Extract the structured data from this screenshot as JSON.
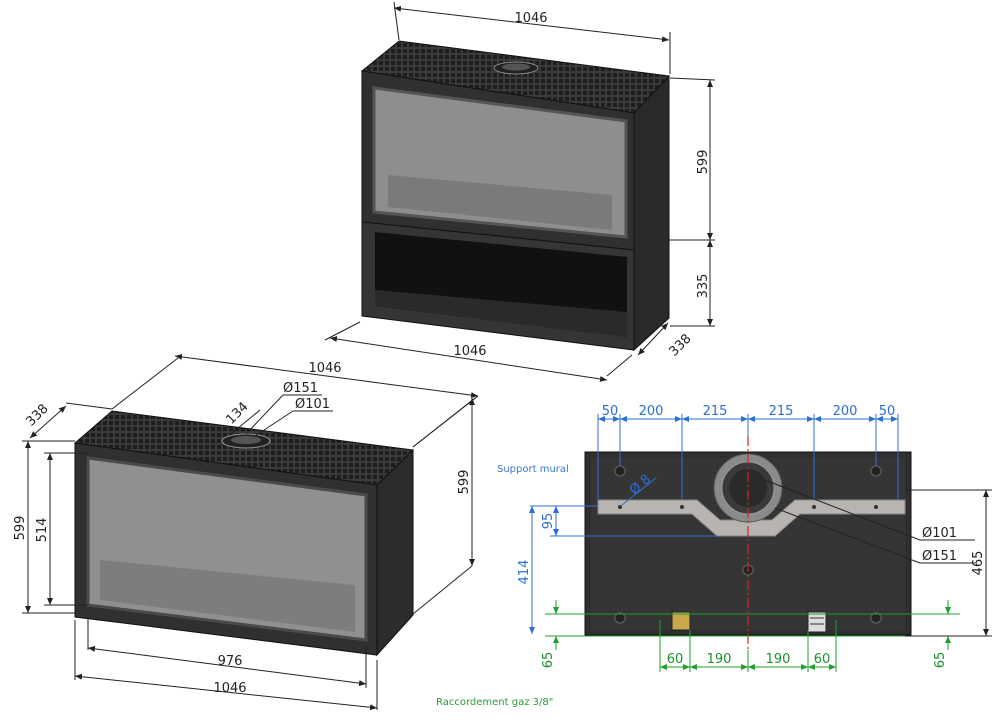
{
  "top_view": {
    "width": "1046",
    "height_upper": "599",
    "height_lower": "335",
    "depth": "338",
    "bottom_width": "1046"
  },
  "front_view": {
    "width_top": "1046",
    "depth": "338",
    "flue_offset": "134",
    "outer_diameter": "Ø151",
    "inner_diameter": "Ø101",
    "height_left": "599",
    "glass_height": "514",
    "height_right": "599",
    "glass_width": "976",
    "width_bottom": "1046"
  },
  "back_view": {
    "top_dims": [
      "50",
      "200",
      "215",
      "215",
      "200",
      "50"
    ],
    "support_label": "Support mural",
    "hole_diameter": "Ø 8",
    "left_95": "95",
    "left_414": "414",
    "left_65": "65",
    "right_465": "465",
    "right_65": "65",
    "dia_101": "Ø101",
    "dia_151": "Ø151",
    "bottom_dims": [
      "60",
      "190",
      "190",
      "60"
    ],
    "gas_label": "Raccordement gaz 3/8\""
  },
  "colors": {
    "body": "#2e2e2e",
    "glass": "#8e8e8e",
    "blue_dim": "#2b6fd6",
    "green_dim": "#1f8f2e",
    "red_axis": "#d22",
    "bracket": "#b8b4b0"
  }
}
